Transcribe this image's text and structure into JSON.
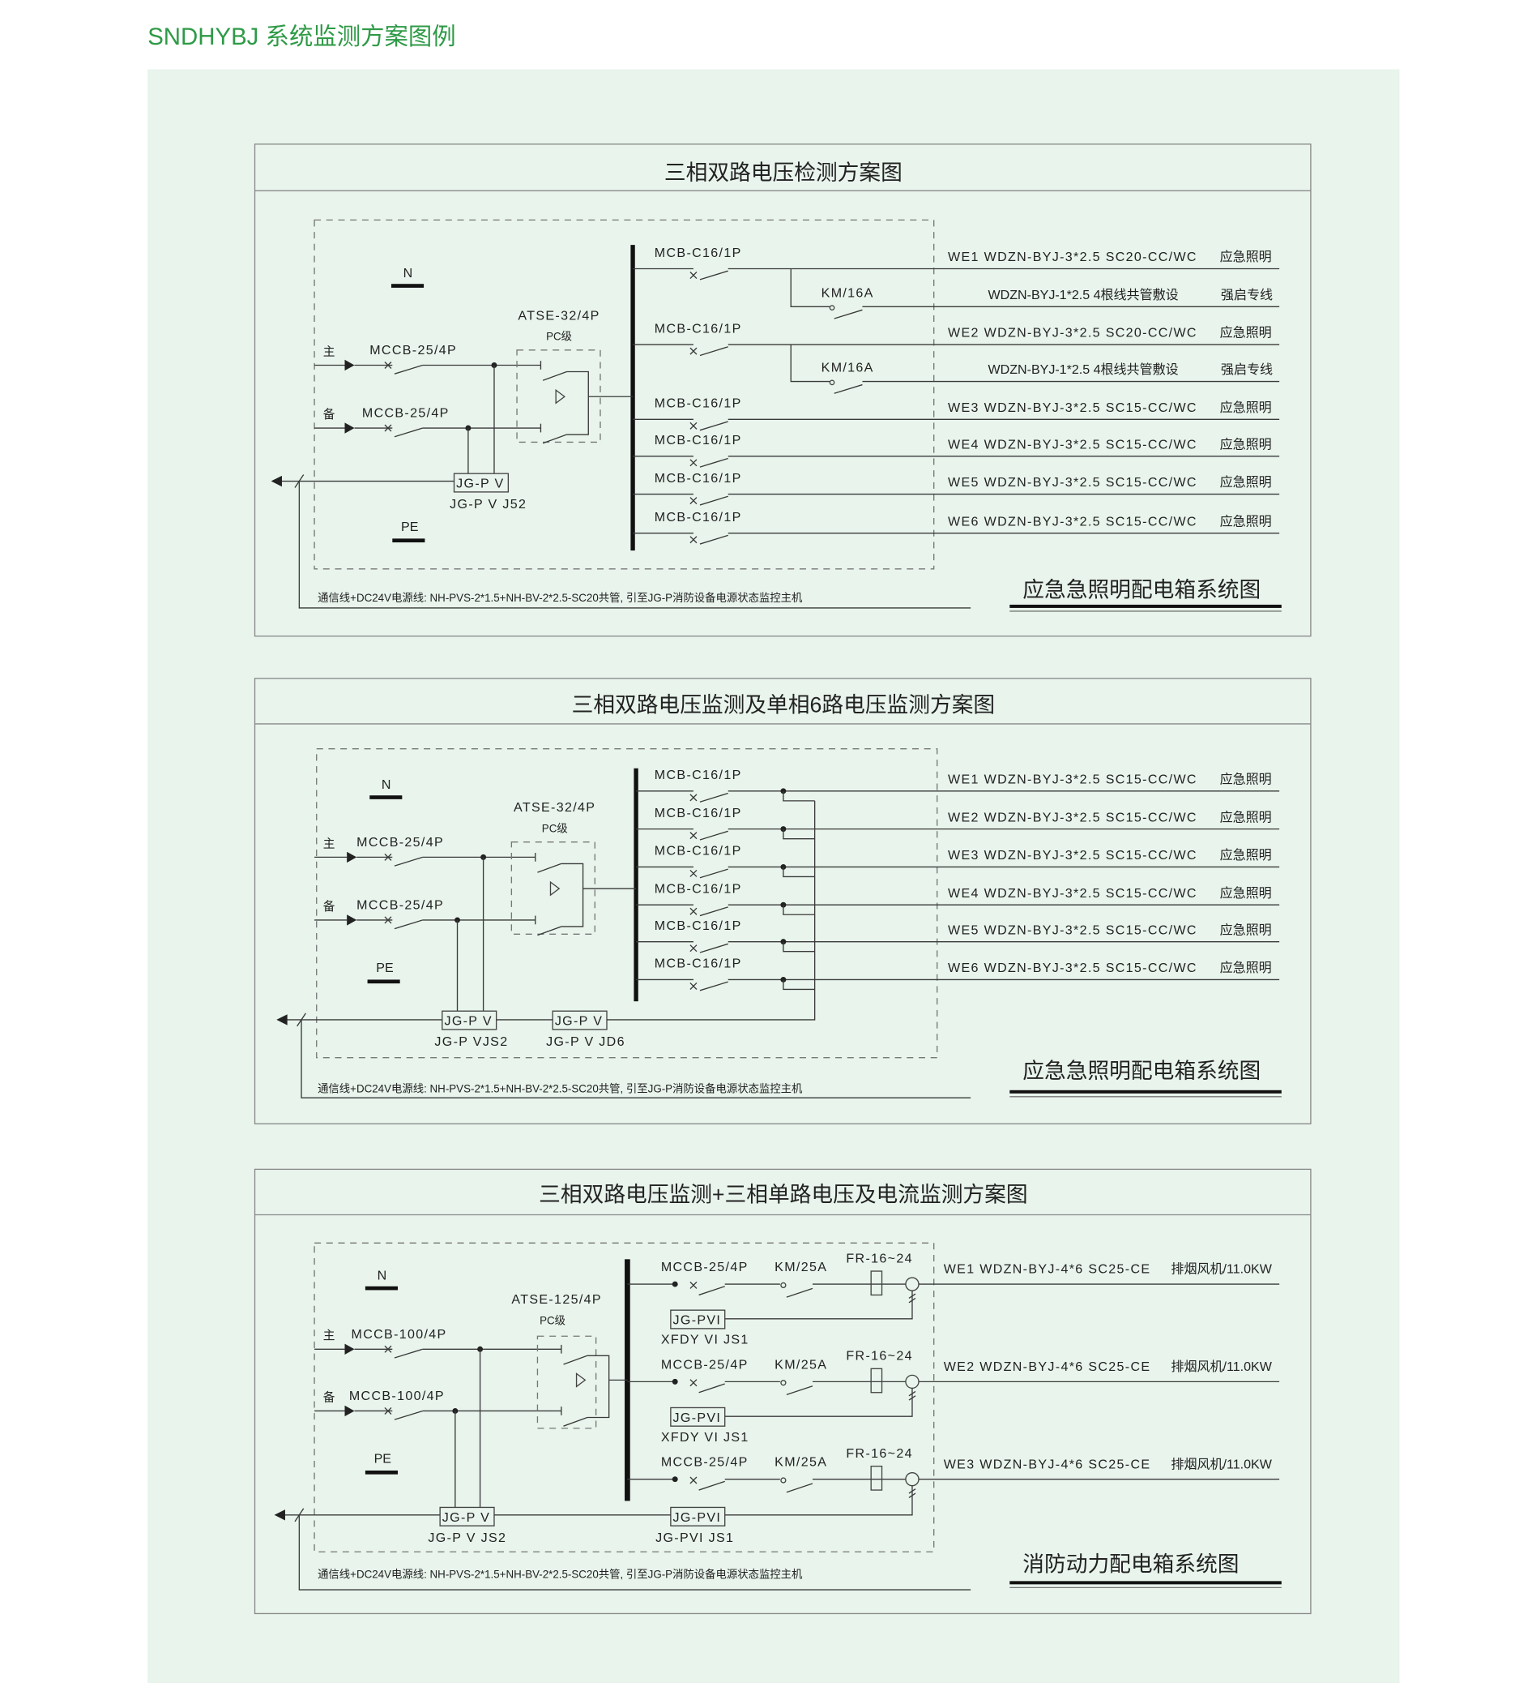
{
  "page_title": "SNDHYBJ 系统监测方案图例",
  "colors": {
    "brand_green": "#2e9a46",
    "background": "#e8f4ec",
    "line": "#3a3a3a",
    "panel_border": "#8a8a8a"
  },
  "panels": [
    {
      "title": "三相双路电压检测方案图",
      "n_label": "N",
      "pe_label": "PE",
      "main_label": "主",
      "backup_label": "备",
      "main_breaker": "MCCB-25/4P",
      "backup_breaker": "MCCB-25/4P",
      "atse": "ATSE-32/4P",
      "atse_class": "PC级",
      "monitors": [
        {
          "box": "JG-P V",
          "label": "JG-P V J52"
        }
      ],
      "branches": [
        {
          "breaker": "MCB-C16/1P",
          "cable": "WE1 WDZN-BYJ-3*2.5 SC20-CC/WC",
          "use": "应急照明",
          "sub": {
            "contactor": "KM/16A",
            "cable": "WDZN-BYJ-1*2.5 4根线共管敷设",
            "use": "强启专线"
          }
        },
        {
          "breaker": "MCB-C16/1P",
          "cable": "WE2 WDZN-BYJ-3*2.5 SC20-CC/WC",
          "use": "应急照明",
          "sub": {
            "contactor": "KM/16A",
            "cable": "WDZN-BYJ-1*2.5 4根线共管敷设",
            "use": "强启专线"
          }
        },
        {
          "breaker": "MCB-C16/1P",
          "cable": "WE3 WDZN-BYJ-3*2.5 SC15-CC/WC",
          "use": "应急照明"
        },
        {
          "breaker": "MCB-C16/1P",
          "cable": "WE4 WDZN-BYJ-3*2.5 SC15-CC/WC",
          "use": "应急照明"
        },
        {
          "breaker": "MCB-C16/1P",
          "cable": "WE5 WDZN-BYJ-3*2.5 SC15-CC/WC",
          "use": "应急照明"
        },
        {
          "breaker": "MCB-C16/1P",
          "cable": "WE6 WDZN-BYJ-3*2.5 SC15-CC/WC",
          "use": "应急照明"
        }
      ],
      "note": "通信线+DC24V电源线: NH-PVS-2*1.5+NH-BV-2*2.5-SC20共管, 引至JG-P消防设备电源状态监控主机",
      "system_title": "应急急照明配电箱系统图"
    },
    {
      "title": "三相双路电压监测及单相6路电压监测方案图",
      "n_label": "N",
      "pe_label": "PE",
      "main_label": "主",
      "backup_label": "备",
      "main_breaker": "MCCB-25/4P",
      "backup_breaker": "MCCB-25/4P",
      "atse": "ATSE-32/4P",
      "atse_class": "PC级",
      "monitors": [
        {
          "box": "JG-P V",
          "label": "JG-P VJS2"
        },
        {
          "box": "JG-P V",
          "label": "JG-P V JD6"
        }
      ],
      "branches": [
        {
          "breaker": "MCB-C16/1P",
          "cable": "WE1 WDZN-BYJ-3*2.5 SC15-CC/WC",
          "use": "应急照明"
        },
        {
          "breaker": "MCB-C16/1P",
          "cable": "WE2 WDZN-BYJ-3*2.5 SC15-CC/WC",
          "use": "应急照明"
        },
        {
          "breaker": "MCB-C16/1P",
          "cable": "WE3 WDZN-BYJ-3*2.5 SC15-CC/WC",
          "use": "应急照明"
        },
        {
          "breaker": "MCB-C16/1P",
          "cable": "WE4 WDZN-BYJ-3*2.5 SC15-CC/WC",
          "use": "应急照明"
        },
        {
          "breaker": "MCB-C16/1P",
          "cable": "WE5 WDZN-BYJ-3*2.5 SC15-CC/WC",
          "use": "应急照明"
        },
        {
          "breaker": "MCB-C16/1P",
          "cable": "WE6 WDZN-BYJ-3*2.5 SC15-CC/WC",
          "use": "应急照明"
        }
      ],
      "note": "通信线+DC24V电源线: NH-PVS-2*1.5+NH-BV-2*2.5-SC20共管, 引至JG-P消防设备电源状态监控主机",
      "system_title": "应急急照明配电箱系统图"
    },
    {
      "title": "三相双路电压监测+三相单路电压及电流监测方案图",
      "n_label": "N",
      "pe_label": "PE",
      "main_label": "主",
      "backup_label": "备",
      "main_breaker": "MCCB-100/4P",
      "backup_breaker": "MCCB-100/4P",
      "atse": "ATSE-125/4P",
      "atse_class": "PC级",
      "monitors": [
        {
          "box": "JG-P V",
          "label": "JG-P V JS2"
        },
        {
          "box": "JG-PVI",
          "label": "JG-PVI  JS1"
        }
      ],
      "branches": [
        {
          "breaker": "MCCB-25/4P",
          "contactor": "KM/25A",
          "relay": "FR-16~24",
          "cable": "WE1 WDZN-BYJ-4*6 SC25-CE",
          "use": "排烟风机/11.0KW",
          "monitor": {
            "box": "JG-PVI",
            "label": "XFDY VI JS1"
          }
        },
        {
          "breaker": "MCCB-25/4P",
          "contactor": "KM/25A",
          "relay": "FR-16~24",
          "cable": "WE2 WDZN-BYJ-4*6 SC25-CE",
          "use": "排烟风机/11.0KW",
          "monitor": {
            "box": "JG-PVI",
            "label": "XFDY VI JS1"
          }
        },
        {
          "breaker": "MCCB-25/4P",
          "contactor": "KM/25A",
          "relay": "FR-16~24",
          "cable": "WE3 WDZN-BYJ-4*6 SC25-CE",
          "use": "排烟风机/11.0KW"
        }
      ],
      "note": "通信线+DC24V电源线: NH-PVS-2*1.5+NH-BV-2*2.5-SC20共管, 引至JG-P消防设备电源状态监控主机",
      "system_title": "消防动力配电箱系统图"
    }
  ]
}
